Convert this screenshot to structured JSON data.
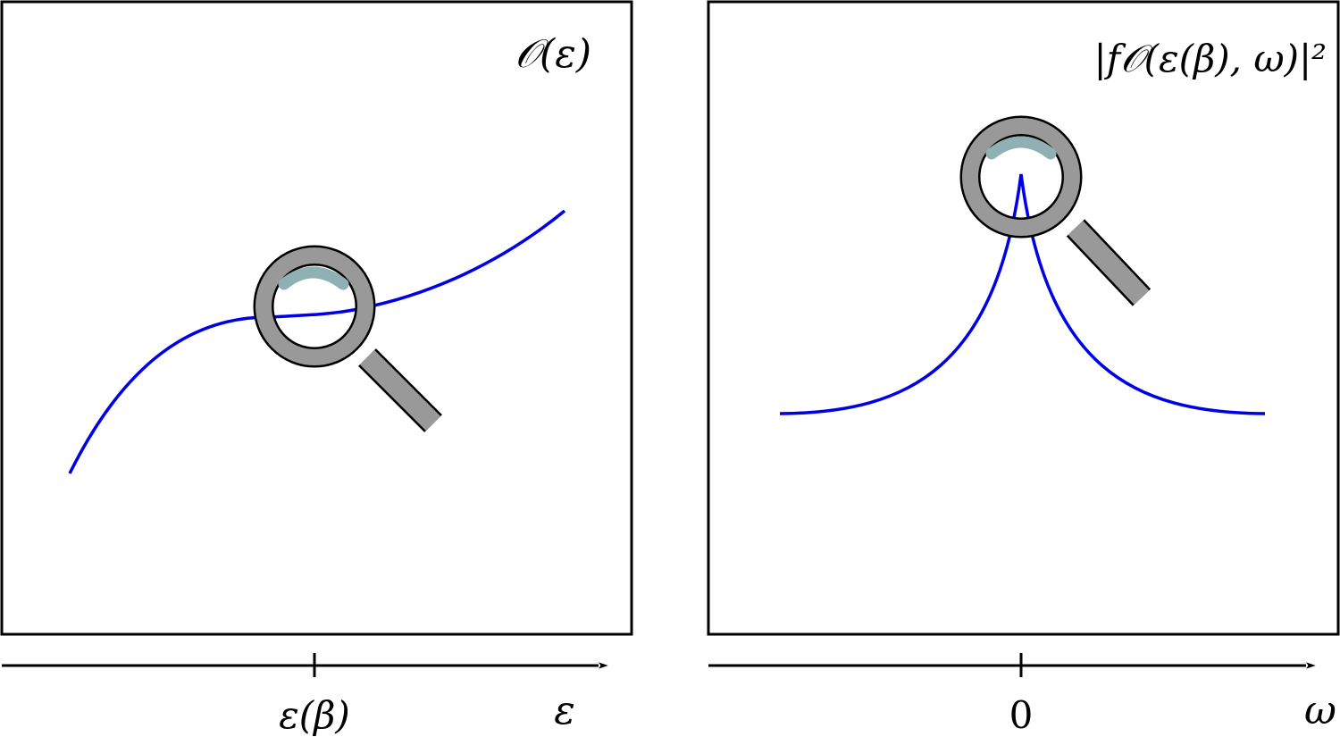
{
  "left_panel": {
    "title": "𝒪(ε)",
    "axis_variable": "ε",
    "tick_label": "ε(β)"
  },
  "right_panel": {
    "title": "|f𝒪(ε(β), ω)|²",
    "axis_variable": "ω",
    "tick_label": "0"
  },
  "colors": {
    "curve": "#0000e6",
    "magnifier_body": "#999999",
    "magnifier_highlight": "#8fb1b3",
    "outline": "#000000"
  },
  "icons": {
    "magnifier": "magnifying-glass-icon"
  }
}
